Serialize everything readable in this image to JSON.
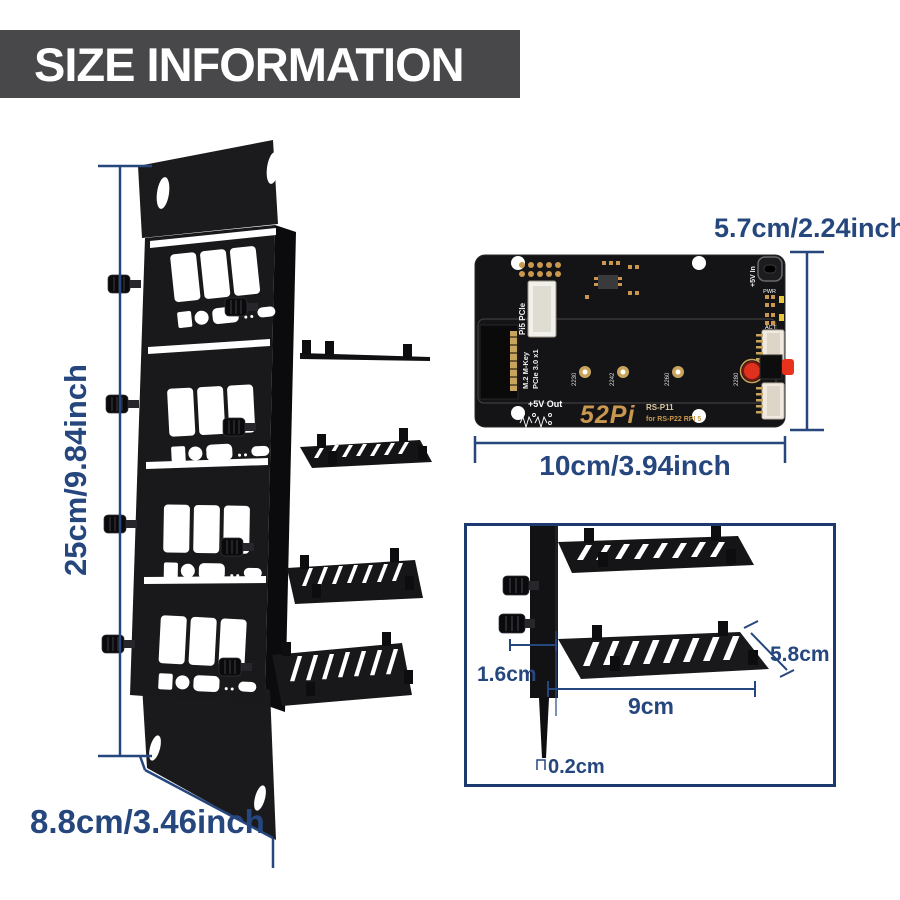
{
  "title": "SIZE INFORMATION",
  "colors": {
    "accent_blue": "#26477e",
    "title_bg": "#48484b",
    "pcb_gold": "#c9984e",
    "button_red": "#e8321e"
  },
  "bracket": {
    "height_label": "25cm/9.84inch",
    "width_label": "8.8cm/3.46inch"
  },
  "pcb": {
    "height_label": "5.7cm/2.24inch",
    "width_label": "10cm/3.94inch",
    "silkscreen": {
      "pcie_label": "Pi5 PCIe",
      "m2_line1": "M.2 M-Key",
      "m2_line2": "PCIe 3.0 x1",
      "power_out": "+5V Out",
      "power_in": "+5V In",
      "led_pwr": "PWR",
      "led_act": "ACT",
      "logo": "52Pi",
      "model": "RS-P11",
      "model_for": "for RS-P22 RPI 5",
      "standoff_2230": "2230",
      "standoff_2242": "2242",
      "standoff_2260": "2260",
      "standoff_2280": "2280"
    }
  },
  "inset": {
    "screw_depth_label": "1.6cm",
    "shelf_width_label": "9cm",
    "shelf_depth_label": "5.8cm",
    "plate_thickness_label": "0.2cm"
  }
}
